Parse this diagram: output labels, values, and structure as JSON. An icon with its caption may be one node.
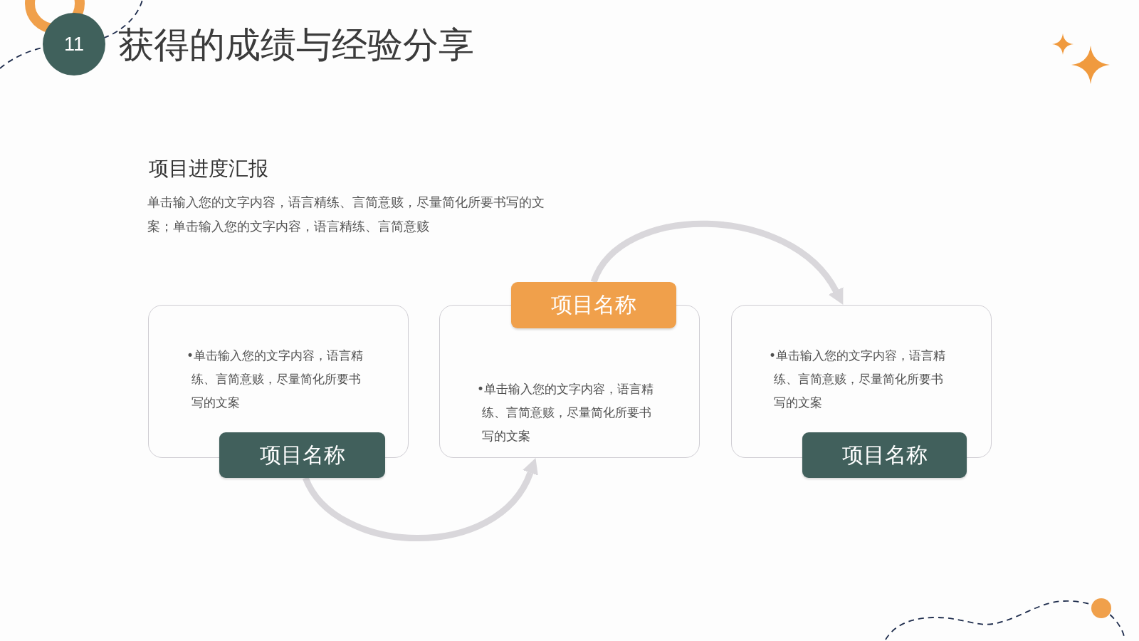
{
  "diagram": {
    "title": "获得的成绩与经验分享",
    "nodes": [
      {
        "text": [
          "11"
        ]
      },
      {
        "text": [
          "•单击输入您的文字内容，语言精练、言简意赅，尽量简化所要书写的文案"
        ]
      },
      {
        "text": [
          "项目名称"
        ]
      },
      {
        "text": [
          "项目名称"
        ]
      },
      {
        "text": [
          "•单击输入您的文字内容，语言精练、言简意赅，尽量简化所要书写的文案"
        ]
      },
      {
        "text": [
          "•单击输入您的文字内容，语言精练、言简意赅，尽量简化所要书写的文案"
        ]
      },
      {
        "text": [
          "项目名称"
        ]
      }
    ],
    "edges": [
      {
        "from": 2,
        "to": 4,
        "arrow": "to"
      },
      {
        "from": 3,
        "to": 5,
        "arrow": "to"
      }
    ],
    "labels": [
      "项目进度汇报",
      "单击输入您的文字内容，语言精练、言简意赅，尽量简化所要书写的文案；单击输入您的文字内容，语言精练、言简意赅"
    ]
  }
}
